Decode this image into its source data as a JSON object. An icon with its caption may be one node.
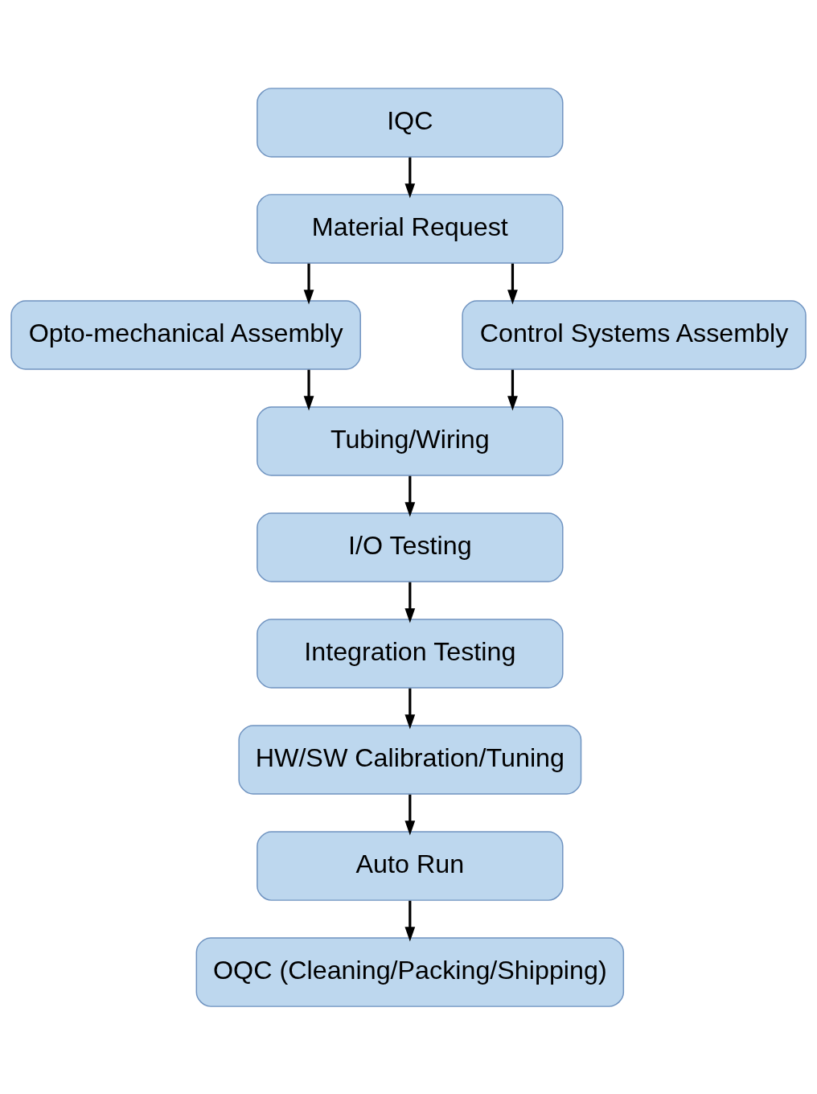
{
  "diagram": {
    "nodes": [
      {
        "text": [
          "IQC"
        ]
      },
      {
        "text": [
          "Material Request"
        ]
      },
      {
        "text": [
          "Opto-mechanical Assembly"
        ]
      },
      {
        "text": [
          "Control Systems Assembly"
        ]
      },
      {
        "text": [
          "Tubing/Wiring"
        ]
      },
      {
        "text": [
          "I/O Testing"
        ]
      },
      {
        "text": [
          "Integration Testing"
        ]
      },
      {
        "text": [
          "HW/SW Calibration/Tuning"
        ]
      },
      {
        "text": [
          "Auto Run"
        ]
      },
      {
        "text": [
          "OQC (Cleaning/Packing/Shipping)"
        ]
      }
    ],
    "edges": [
      {
        "from": 0,
        "to": 1,
        "arrow": "to"
      },
      {
        "from": 1,
        "to": 2,
        "arrow": "to"
      },
      {
        "from": 1,
        "to": 3,
        "arrow": "to"
      },
      {
        "from": 2,
        "to": 4,
        "arrow": "to"
      },
      {
        "from": 3,
        "to": 4,
        "arrow": "to"
      },
      {
        "from": 4,
        "to": 5,
        "arrow": "to"
      },
      {
        "from": 5,
        "to": 6,
        "arrow": "to"
      },
      {
        "from": 6,
        "to": 7,
        "arrow": "to"
      },
      {
        "from": 7,
        "to": 8,
        "arrow": "to"
      },
      {
        "from": 8,
        "to": 9,
        "arrow": "to"
      }
    ]
  }
}
